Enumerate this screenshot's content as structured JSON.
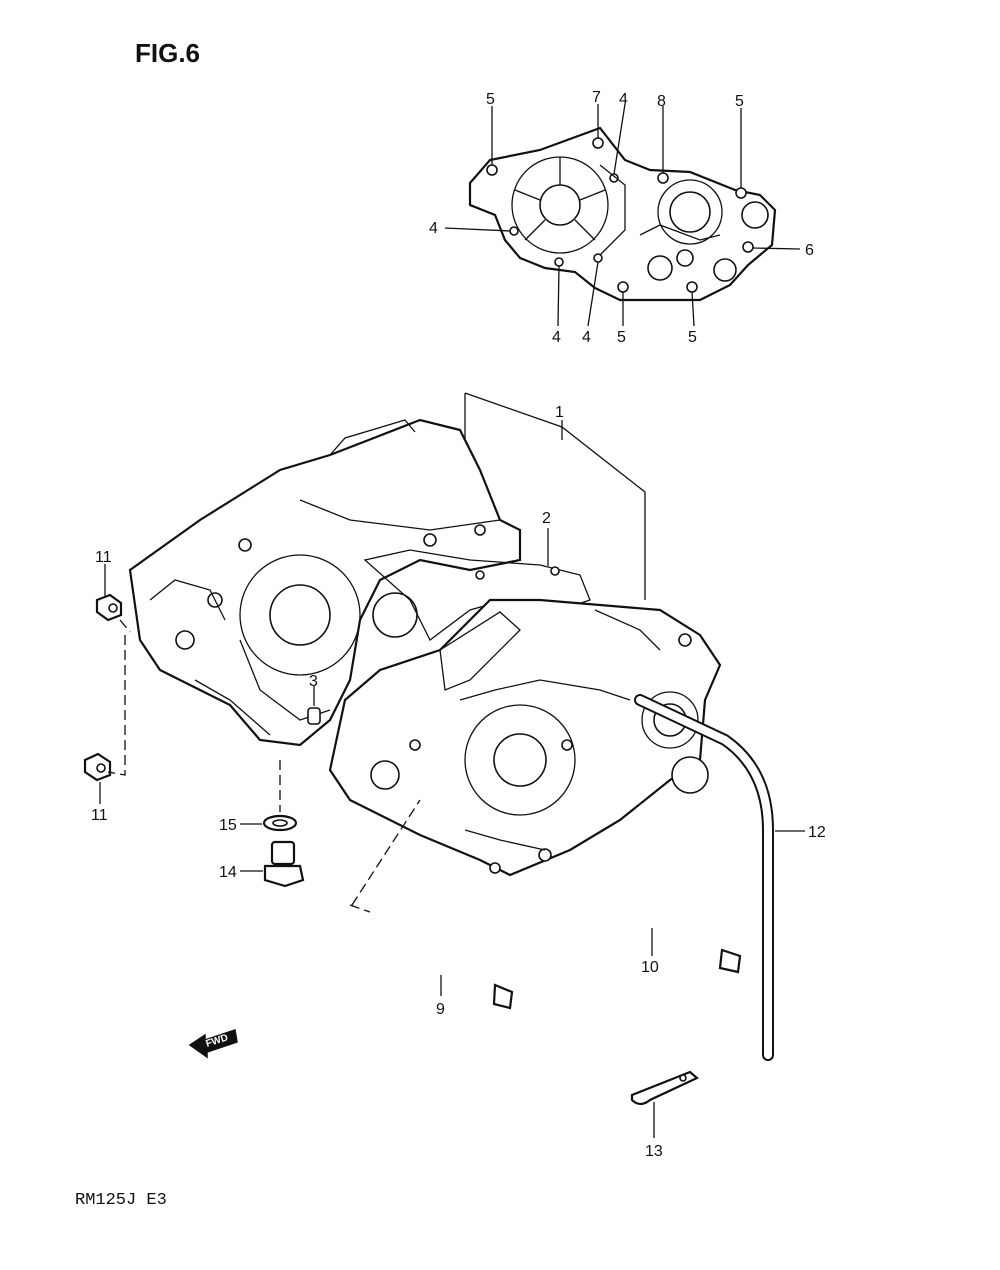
{
  "figure": {
    "title": "FIG.6"
  },
  "footer": {
    "model_code": "RM125J E3"
  },
  "fwd_arrow": {
    "label": "FWD"
  },
  "callouts": {
    "c1": "1",
    "c2": "2",
    "c3": "3",
    "c4a": "4",
    "c4b": "4",
    "c4c": "4",
    "c4d": "4",
    "c5a": "5",
    "c5b": "5",
    "c5c": "5",
    "c5d": "5",
    "c6": "6",
    "c7": "7",
    "c8": "8",
    "c9": "9",
    "c10": "10",
    "c11a": "11",
    "c11b": "11",
    "c12": "12",
    "c13": "13",
    "c14": "14",
    "c15": "15"
  },
  "colors": {
    "ink": "#111111",
    "paper": "#ffffff"
  }
}
